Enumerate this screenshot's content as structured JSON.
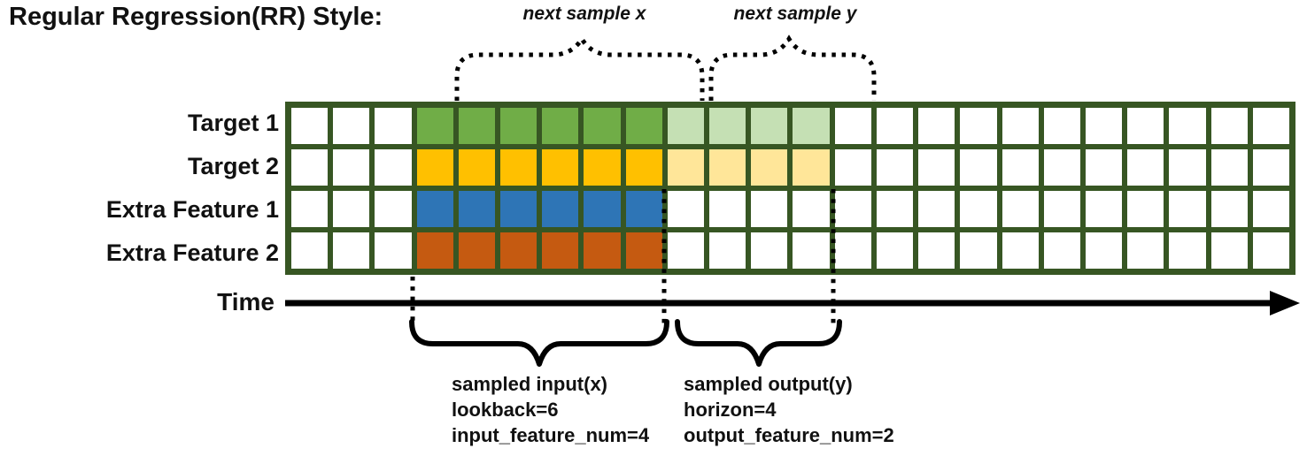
{
  "title": "Regular Regression(RR) Style:",
  "colors": {
    "grid_border": "#375623",
    "cell_empty": "#ffffff",
    "target1_lookback": "#70AD47",
    "target1_horizon": "#C5E0B4",
    "target2_lookback": "#FFC000",
    "target2_horizon": "#FFE699",
    "extra1_lookback": "#2E75B6",
    "extra2_lookback": "#C55A11",
    "annotation_stroke": "#000000"
  },
  "grid": {
    "total_columns": 24,
    "lead_in_columns": 3,
    "lookback_columns": 6,
    "horizon_columns": 4,
    "rows": [
      {
        "label": "Target 1",
        "lookback_color": "#70AD47",
        "horizon_color": "#C5E0B4"
      },
      {
        "label": "Target 2",
        "lookback_color": "#FFC000",
        "horizon_color": "#FFE699"
      },
      {
        "label": "Extra Feature 1",
        "lookback_color": "#2E75B6",
        "horizon_color": null
      },
      {
        "label": "Extra Feature 2",
        "lookback_color": "#C55A11",
        "horizon_color": null
      }
    ]
  },
  "annotations": {
    "next_sample_x": "next sample x",
    "next_sample_y": "next sample y",
    "time_label": "Time",
    "input_lines": [
      "sampled input(x)",
      "lookback=6",
      "input_feature_num=4"
    ],
    "output_lines": [
      "sampled output(y)",
      "horizon=4",
      "output_feature_num=2"
    ]
  }
}
